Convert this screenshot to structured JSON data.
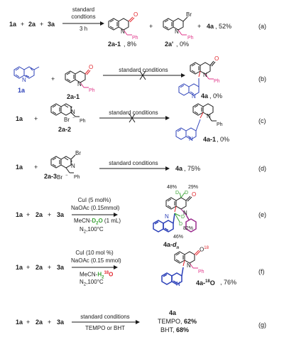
{
  "rows": {
    "a": {
      "r1": "1a",
      "p1": "+",
      "r2": "2a",
      "p2": "+",
      "r3": "3a",
      "cond1": "standard",
      "cond2": "condtions",
      "cond3": "3 h",
      "prod1": "2a-1",
      "prod1_yield": ", 8%",
      "plus1": "+",
      "prod2": "2a'",
      "prod2_yield": ", 0%",
      "plus2": "+",
      "prod3": "4a",
      "prod3_yield": ", 52%",
      "br": "Br",
      "n1": "N",
      "n2": "N",
      "o": "O",
      "ph1": "Ph",
      "ph2": "Ph",
      "tag": "(a)"
    },
    "b": {
      "r1": "1a",
      "plus": "+",
      "r2": "2a-1",
      "cond": "standard conditions",
      "prod": "4a",
      "prod_yield": ", 0%",
      "n1": "N",
      "n2": "N",
      "n3": "N",
      "n4": "N",
      "o1": "O",
      "o2": "O",
      "ph1": "Ph",
      "ph2": "Ph",
      "tag": "(b)"
    },
    "c": {
      "r1": "1a",
      "plus": "+",
      "r2": "2a-2",
      "cond": "standard conditions",
      "prod": "4a-1",
      "prod_yield": ", 0%",
      "n1": "N",
      "br": "Br",
      "charge": "+",
      "minus": "−",
      "ph1": "Ph",
      "ph2": "Ph",
      "n2": "N",
      "n3": "N",
      "tag": "(c)"
    },
    "d": {
      "r1": "1a",
      "plus": "+",
      "r2": "2a-3",
      "cond": "standard conditions",
      "prod": "4a",
      "prod_yield": ", 75%",
      "br1": "Br",
      "br2": "Br",
      "n": "N",
      "charge": "+",
      "minus": "−",
      "ph": "Ph",
      "tag": "(d)"
    },
    "e": {
      "r1": "1a",
      "p1": "+",
      "r2": "2a",
      "p2": "+",
      "r3": "3a",
      "c1": "CuI (5 mol%)",
      "c2": "NaOAc (0.15mmol)",
      "c3a": "MeCN-",
      "c3b": "D",
      "c3sub": "2",
      "c3c": "O",
      "c3d": " (1 mL)",
      "c4a": "N",
      "c4sub": "2",
      "c4b": ",100°C",
      "pct1": "48%",
      "pct2": "29%",
      "pct3": "82%",
      "pct4": "46%",
      "d1": "D",
      "d2": "D",
      "d3": "D",
      "d4": "D",
      "o": "O",
      "n1": "N",
      "n2": "N",
      "prod": "4a-",
      "prod_d": "d",
      "prod_n": "n",
      "tag": "(e)"
    },
    "f": {
      "r1": "1a",
      "p1": "+",
      "r2": "2a",
      "p2": "+",
      "r3": "3a",
      "c1": "CuI (10 mol %)",
      "c2": "NaOAc (0.15 mmol)",
      "c3a": "MeCN-",
      "c3b": "H",
      "c3sub": "2",
      "c3sup": "18",
      "c3c": "O",
      "c4a": "N",
      "c4sub": "2",
      "c4b": ",100°C",
      "o": "O",
      "o_sup": "18",
      "n1": "N",
      "n2": "N",
      "ph": "Ph",
      "prod": "4a-",
      "prod_sup": "18",
      "prod_o": "O",
      "prod_yield": ", 76%",
      "tag": "(f)"
    },
    "g": {
      "r1": "1a",
      "p1": "+",
      "r2": "2a",
      "p2": "+",
      "r3": "3a",
      "cond_above": "standard conditions",
      "cond_below": "TEMPO or BHT",
      "prod": "4a",
      "tempo_lbl": "TEMPO, ",
      "tempo_val": "62%",
      "bht_lbl": "BHT, ",
      "bht_val": "68%",
      "tag": "(g)"
    }
  },
  "colors": {
    "quinoline": "#2a3fb8",
    "new_bond": "#e2262d",
    "benzyl": "#e0368a",
    "deuterium": "#3aa335",
    "benzyl_e": "#9b2d8e",
    "text": "#1a1a1a"
  }
}
